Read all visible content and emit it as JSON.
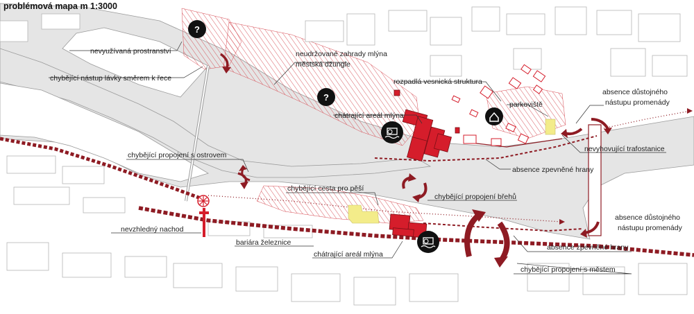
{
  "title": "problémová mapa m 1:3000",
  "colors": {
    "accent": "#8e1b23",
    "building_red": "#d51d2b",
    "water": "#e5e5e5",
    "land": "#ffffff",
    "yellow": "#f3ec8a"
  },
  "icons": {
    "question": "?",
    "home": "house-icon",
    "mill": "mill-icon",
    "transformer": "transformer-icon"
  },
  "labels": {
    "nevyuzivana": "nevyužívaná prostranství",
    "chybejici_nastup": "chybějící nástup lávky směrem k řece",
    "neudrzovane1": "neudržované zahrady mlýna",
    "neudrzovane2": "městská džungle",
    "rozpadla": "rozpadlá vesnická struktura",
    "chatrajici_top": "chátrající areál mlýna",
    "parkoviste": "parkoviště",
    "absence_dust_top1": "absence důstojného",
    "absence_dust_top2": "nástupu promenády",
    "nevyhovujici": "nevyhovující trafostanice",
    "absence_hrany_top": "absence zpevněné hrany",
    "chybejici_ostrov": "chybějící propojení s ostrovem",
    "chybejici_cesta": "chybějící cesta pro pěší",
    "chybejici_brehu": "chybějící propojení břehů",
    "absence_dust_bot1": "absence důstojného",
    "absence_dust_bot2": "nástupu promenády",
    "nevzhledny": "nevzhledný nachod",
    "bariera": "bariára železnice",
    "chatrajici_bot": "chátrající areál mlýna",
    "absence_hrany_bot": "absence zpevněné hrany",
    "chybejici_mestem": "chybějící propojení s městem"
  }
}
